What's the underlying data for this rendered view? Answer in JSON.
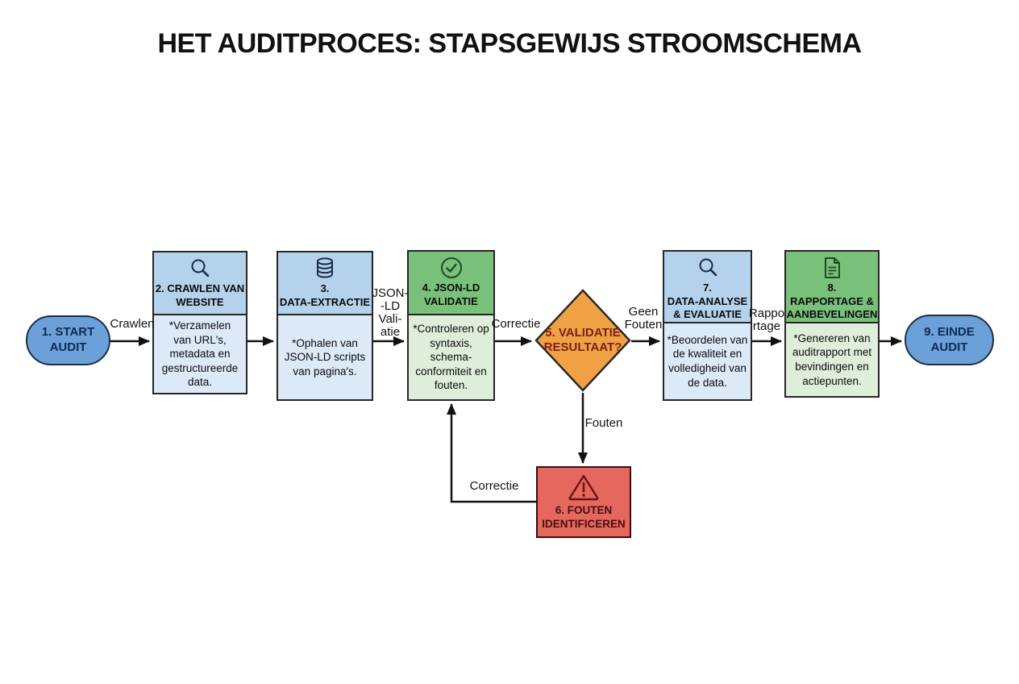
{
  "title": "HET AUDITPROCES: STAPSGEWIJS STROOMSCHEMA",
  "nodes": {
    "start": {
      "label": "1. START\nAUDIT"
    },
    "crawl": {
      "title": "2. CRAWLEN VAN\nWEBSITE",
      "body": "*Verzamelen\nvan URL's,\nmetadata en\ngestructureerde\ndata.",
      "icon": "magnifier-icon"
    },
    "extract": {
      "title": "3.\nDATA-EXTRACTIE",
      "body": "*Ophalen van\nJSON-LD scripts\nvan pagina's.",
      "icon": "database-icon"
    },
    "validate": {
      "title": "4. JSON-LD\nVALIDATIE",
      "body": "*Controleren op\nsyntaxis,\nschema-\nconformiteit en\nfouten.",
      "icon": "check-circle-icon"
    },
    "decision": {
      "label": "5. VALIDATIE\nRESULTAAT?"
    },
    "errors": {
      "label": "6. FOUTEN\nIDENTIFICEREN",
      "icon": "warning-icon"
    },
    "analyse": {
      "title": "7.\nDATA-ANALYSE\n& EVALUATIE",
      "body": "*Beoordelen van\nde kwaliteit en\nvolledigheid van\nde data.",
      "icon": "magnifier-icon"
    },
    "report": {
      "title": "8.\nRAPPORTAGE &\nAANBEVELINGEN",
      "body": "*Genereren van\nauditrapport met\nbevindingen en\nactiepunten.",
      "icon": "document-icon"
    },
    "end": {
      "label": "9. EINDE\nAUDIT"
    }
  },
  "edge_labels": {
    "crawlen": "Crawlen",
    "jsonld_validatie": "JSON-\n-LD\nVali-\natie",
    "correctie_in": "Correctie",
    "geen_fouten": "Geen\nFouten",
    "rapportage": "Rappo\nrtage",
    "fouten": "Fouten",
    "correctie_terug": "Correctie"
  },
  "colors": {
    "terminal_blue": "#6CA0D8",
    "header_blue": "#B4D2EC",
    "body_blue": "#DCEAF8",
    "header_green": "#79C07B",
    "body_green": "#DFEEDB",
    "diamond_orange": "#F0A144",
    "error_red": "#E4685E",
    "decision_text": "#7A1F1F",
    "arrow": "#111111"
  }
}
